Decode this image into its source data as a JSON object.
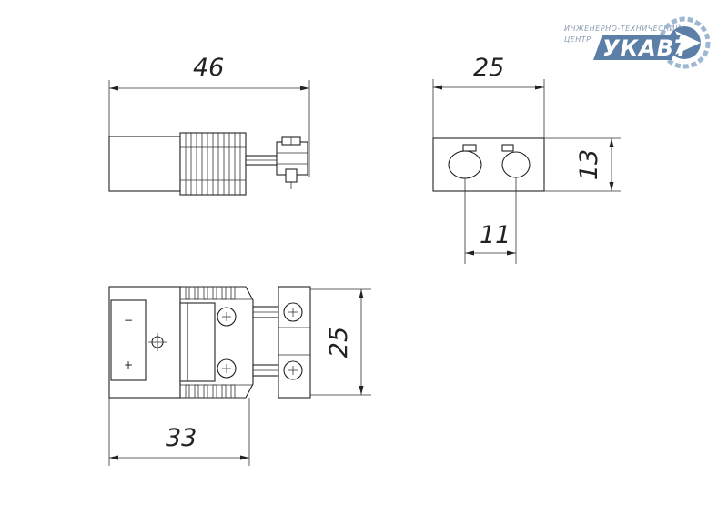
{
  "dimensions": {
    "side_length": "46",
    "end_width": "25",
    "end_height": "13",
    "pin_spacing": "11",
    "top_width": "25",
    "top_length": "33"
  },
  "logo": {
    "line1": "ИНЖЕНЕРНО-ТЕХНИЧЕСКИЙ",
    "line2": "ЦЕНТР",
    "brand": "УКАВТ",
    "color_primary": "#5b7fa6",
    "color_light": "#9fb8d2"
  },
  "markings": {
    "minus": "−",
    "plus": "+"
  }
}
